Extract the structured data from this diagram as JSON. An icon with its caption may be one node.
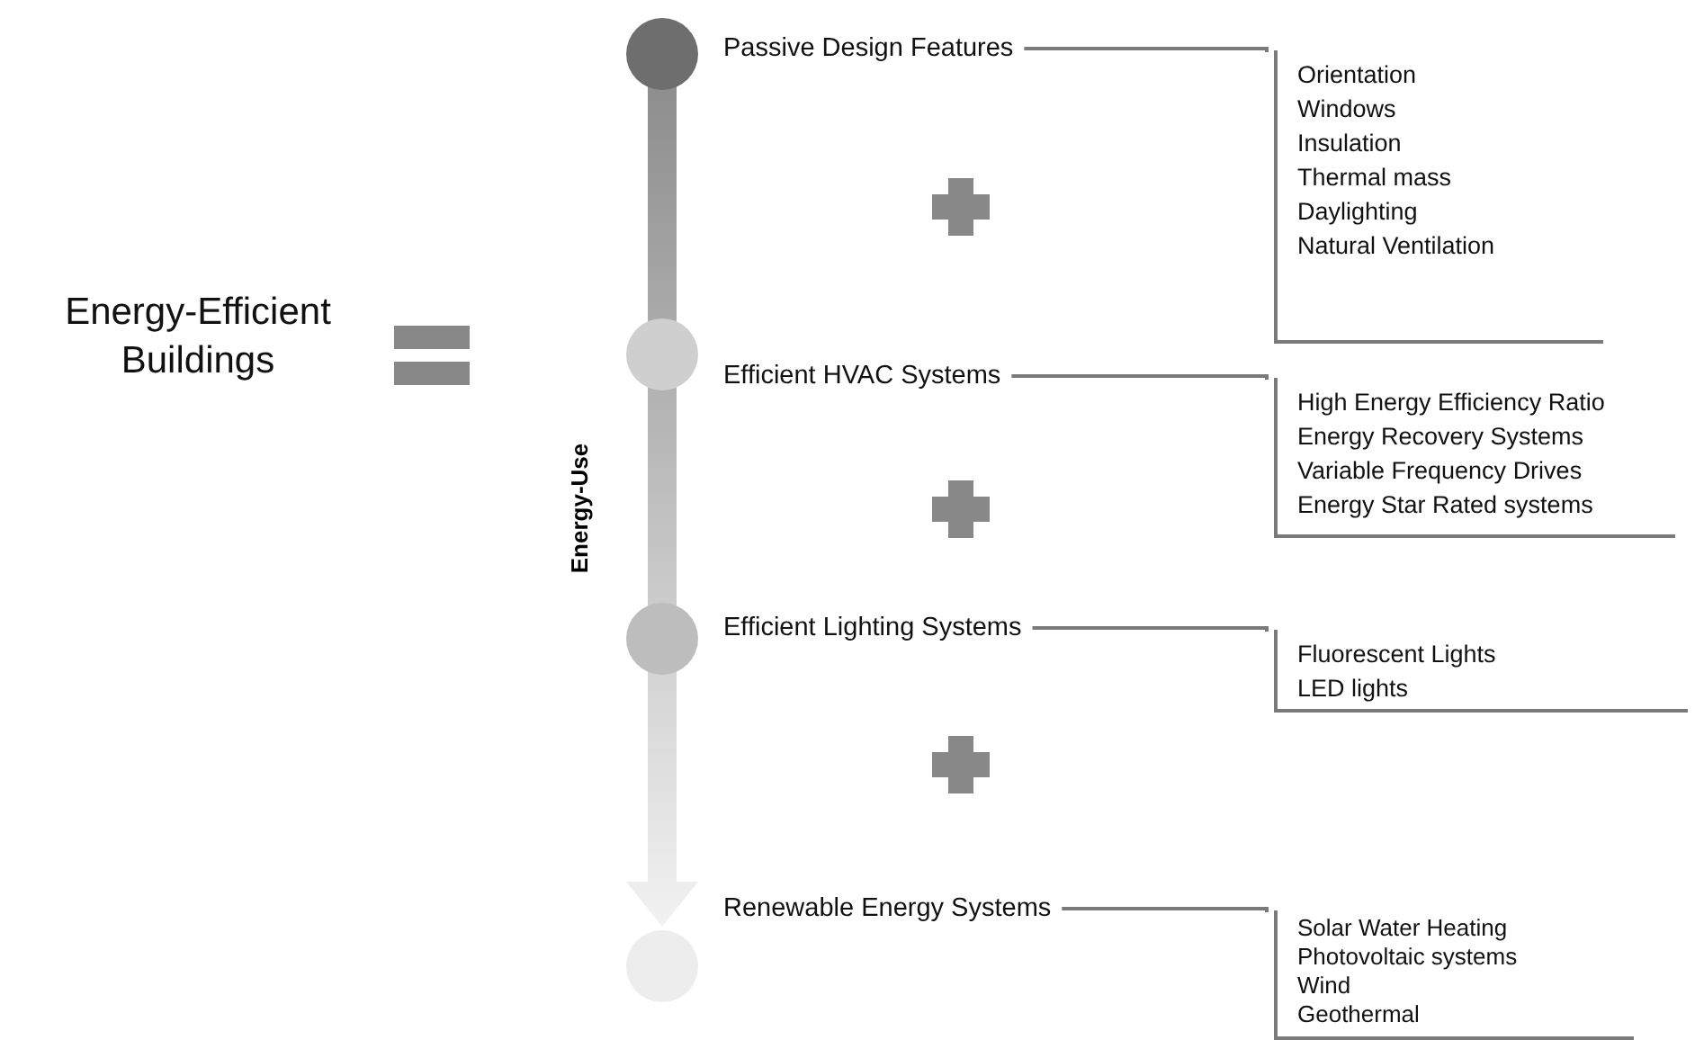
{
  "diagram": {
    "nodes": [
      {
        "text": [
          "Energy-Efficient Buildings"
        ]
      },
      {
        "text": [
          "Passive Design Features"
        ]
      },
      {
        "text": [
          "Orientation",
          "Windows",
          "Insulation",
          "Thermal mass",
          "Daylighting",
          "Natural Ventilation"
        ]
      },
      {
        "text": [
          "Efficient HVAC Systems"
        ]
      },
      {
        "text": [
          "High Energy Efficiency Ratio",
          "Energy Recovery Systems",
          "Variable Frequency Drives",
          "Energy Star Rated systems"
        ]
      },
      {
        "text": [
          "Efficient Lighting Systems"
        ]
      },
      {
        "text": [
          "Fluorescent Lights",
          "LED lights"
        ]
      },
      {
        "text": [
          "Renewable Energy Systems"
        ]
      },
      {
        "text": [
          "Solar Water Heating",
          "Photovoltaic systems",
          "Wind",
          "Geothermal"
        ]
      }
    ],
    "edges": [
      {
        "from": 1,
        "to": 2,
        "arrow": "none"
      },
      {
        "from": 3,
        "to": 4,
        "arrow": "none"
      },
      {
        "from": 5,
        "to": 6,
        "arrow": "none"
      },
      {
        "from": 7,
        "to": 8,
        "arrow": "none"
      }
    ],
    "labels": [
      "Energy-Use"
    ]
  }
}
